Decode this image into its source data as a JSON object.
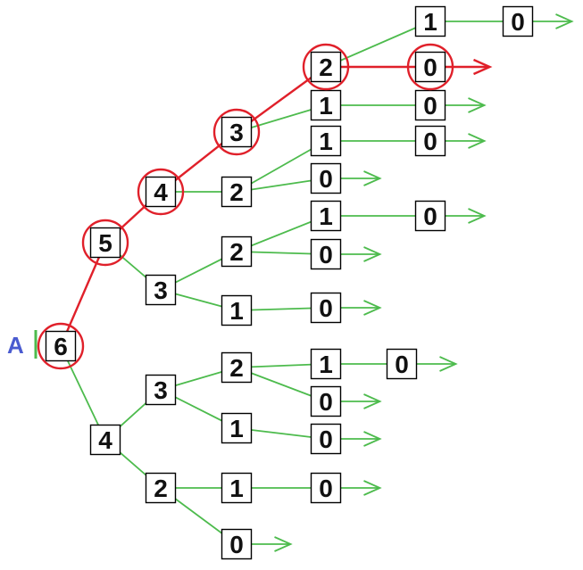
{
  "diagram": {
    "start_label": "A",
    "colors": {
      "edge": "#4dbb4d",
      "highlight": "#e0202a",
      "box_border": "#000000",
      "label": "#4a5bd0"
    },
    "nodes": [
      {
        "id": "n6",
        "label": "6",
        "highlight": true
      },
      {
        "id": "n5",
        "label": "5",
        "highlight": true
      },
      {
        "id": "n4a",
        "label": "4",
        "highlight": true
      },
      {
        "id": "n3a",
        "label": "3",
        "highlight": true
      },
      {
        "id": "n2a",
        "label": "2",
        "highlight": true
      },
      {
        "id": "n1a",
        "label": "1"
      },
      {
        "id": "n0a",
        "label": "0"
      },
      {
        "id": "n0b",
        "label": "0",
        "highlight": true
      },
      {
        "id": "n1b",
        "label": "1"
      },
      {
        "id": "n0c",
        "label": "0"
      },
      {
        "id": "n2b",
        "label": "2"
      },
      {
        "id": "n1c",
        "label": "1"
      },
      {
        "id": "n0d",
        "label": "0"
      },
      {
        "id": "n0e",
        "label": "0"
      },
      {
        "id": "n3b",
        "label": "3"
      },
      {
        "id": "n2c",
        "label": "2"
      },
      {
        "id": "n1d",
        "label": "1"
      },
      {
        "id": "n0f",
        "label": "0"
      },
      {
        "id": "n0g",
        "label": "0"
      },
      {
        "id": "n1e",
        "label": "1"
      },
      {
        "id": "n0h",
        "label": "0"
      },
      {
        "id": "n4b",
        "label": "4"
      },
      {
        "id": "n3c",
        "label": "3"
      },
      {
        "id": "n2d",
        "label": "2"
      },
      {
        "id": "n1f",
        "label": "1"
      },
      {
        "id": "n0i",
        "label": "0"
      },
      {
        "id": "n0j",
        "label": "0"
      },
      {
        "id": "n1g",
        "label": "1"
      },
      {
        "id": "n0k",
        "label": "0"
      },
      {
        "id": "n2e",
        "label": "2"
      },
      {
        "id": "n1h",
        "label": "1"
      },
      {
        "id": "n0l",
        "label": "0"
      },
      {
        "id": "n0m",
        "label": "0"
      }
    ],
    "edges": [
      {
        "from": "n6",
        "to": "n5",
        "highlight": true
      },
      {
        "from": "n5",
        "to": "n4a",
        "highlight": true
      },
      {
        "from": "n4a",
        "to": "n3a",
        "highlight": true
      },
      {
        "from": "n3a",
        "to": "n2a",
        "highlight": true
      },
      {
        "from": "n2a",
        "to": "n1a"
      },
      {
        "from": "n1a",
        "to": "n0a"
      },
      {
        "from": "n2a",
        "to": "n0b",
        "highlight": true
      },
      {
        "from": "n3a",
        "to": "n1b"
      },
      {
        "from": "n1b",
        "to": "n0c"
      },
      {
        "from": "n4a",
        "to": "n2b"
      },
      {
        "from": "n2b",
        "to": "n1c"
      },
      {
        "from": "n1c",
        "to": "n0d"
      },
      {
        "from": "n2b",
        "to": "n0e"
      },
      {
        "from": "n5",
        "to": "n3b"
      },
      {
        "from": "n3b",
        "to": "n2c"
      },
      {
        "from": "n2c",
        "to": "n1d"
      },
      {
        "from": "n1d",
        "to": "n0f"
      },
      {
        "from": "n2c",
        "to": "n0g"
      },
      {
        "from": "n3b",
        "to": "n1e"
      },
      {
        "from": "n1e",
        "to": "n0h"
      },
      {
        "from": "n6",
        "to": "n4b"
      },
      {
        "from": "n4b",
        "to": "n3c"
      },
      {
        "from": "n3c",
        "to": "n2d"
      },
      {
        "from": "n2d",
        "to": "n1f"
      },
      {
        "from": "n1f",
        "to": "n0i"
      },
      {
        "from": "n2d",
        "to": "n0j"
      },
      {
        "from": "n3c",
        "to": "n1g"
      },
      {
        "from": "n1g",
        "to": "n0k"
      },
      {
        "from": "n4b",
        "to": "n2e"
      },
      {
        "from": "n2e",
        "to": "n1h"
      },
      {
        "from": "n1h",
        "to": "n0l"
      },
      {
        "from": "n2e",
        "to": "n0m"
      }
    ],
    "terminal_arrows": [
      {
        "node": "n0a"
      },
      {
        "node": "n0b",
        "highlight": true
      },
      {
        "node": "n0c"
      },
      {
        "node": "n0d"
      },
      {
        "node": "n0e"
      },
      {
        "node": "n0f"
      },
      {
        "node": "n0g"
      },
      {
        "node": "n0h"
      },
      {
        "node": "n0i"
      },
      {
        "node": "n0j"
      },
      {
        "node": "n0k"
      },
      {
        "node": "n0l"
      },
      {
        "node": "n0m"
      }
    ]
  }
}
